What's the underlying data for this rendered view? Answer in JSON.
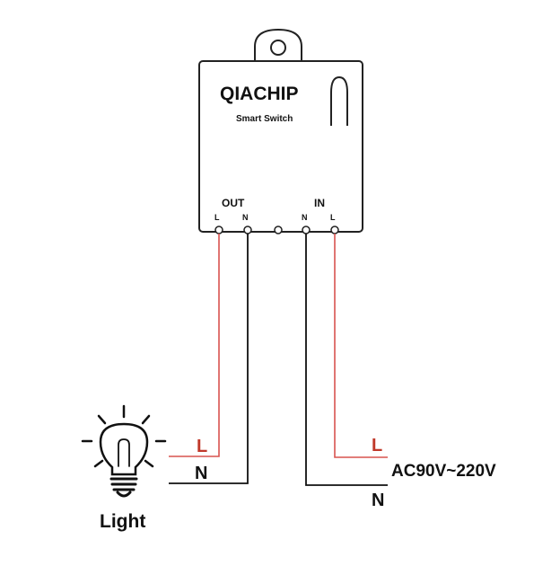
{
  "device": {
    "brand": "QIACHIP",
    "model": "Smart Switch",
    "out_label": "OUT",
    "in_label": "IN",
    "out_terminals": [
      "L",
      "N"
    ],
    "in_terminals": [
      "N",
      "L"
    ]
  },
  "wires": {
    "live_label_left": "L",
    "neutral_label_left": "N",
    "live_label_right": "L",
    "neutral_label_right": "N",
    "supply_label": "AC90V~220V"
  },
  "load": {
    "label": "Light"
  },
  "colors": {
    "live_wire": "#d9534f",
    "live_text": "#c0392b",
    "neutral_wire": "#111111",
    "outline": "#222222"
  }
}
